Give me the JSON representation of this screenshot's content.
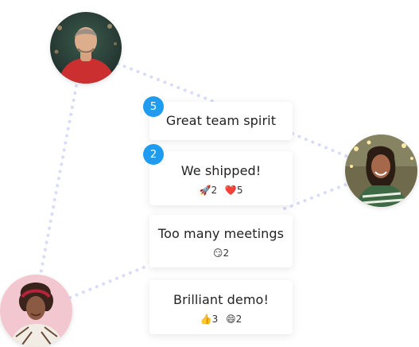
{
  "colors": {
    "accent": "#1f9bf0",
    "link": "#d8dcf6"
  },
  "people": [
    {
      "name_icon": "man-avatar"
    },
    {
      "name_icon": "woman-avatar-1"
    },
    {
      "name_icon": "woman-avatar-2"
    }
  ],
  "cards": [
    {
      "text": "Great team spirit",
      "badge": "5",
      "reactions": []
    },
    {
      "text": "We shipped!",
      "badge": "2",
      "reactions": [
        {
          "emoji": "🚀",
          "count": "2"
        },
        {
          "emoji": "❤️",
          "count": "5"
        }
      ]
    },
    {
      "text": "Too many meetings",
      "badge": "",
      "reactions": [
        {
          "emoji": "😏",
          "count": "2"
        }
      ]
    },
    {
      "text": "Brilliant demo!",
      "badge": "",
      "reactions": [
        {
          "emoji": "👍",
          "count": "3"
        },
        {
          "emoji": "😄",
          "count": "2"
        }
      ]
    }
  ]
}
